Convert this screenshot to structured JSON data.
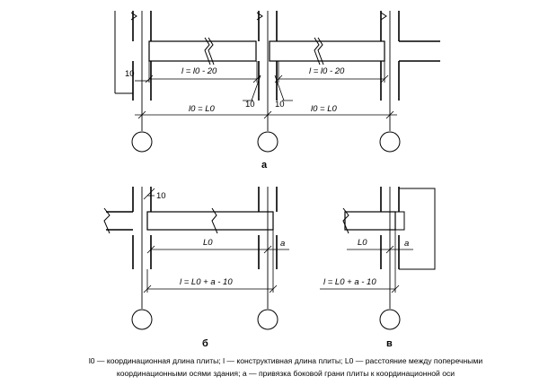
{
  "labels": {
    "fig_a": "а",
    "fig_b": "б",
    "fig_v": "в",
    "dim_10": "10",
    "dim_a": "a",
    "l_eq_l0_minus_20": "l = l0 - 20",
    "l0_eq_L0": "l0 = L0",
    "L0": "L0",
    "l_eq_L0_plus_a_minus_10": "l = L0 + a - 10"
  },
  "caption": {
    "line1": "l0 — координационная длина плиты; l — конструктивная длина плиты; L0 — расстояние между поперечными",
    "line2": "координационными осями здания; a — привязка боковой грани плиты к координационной оси"
  }
}
